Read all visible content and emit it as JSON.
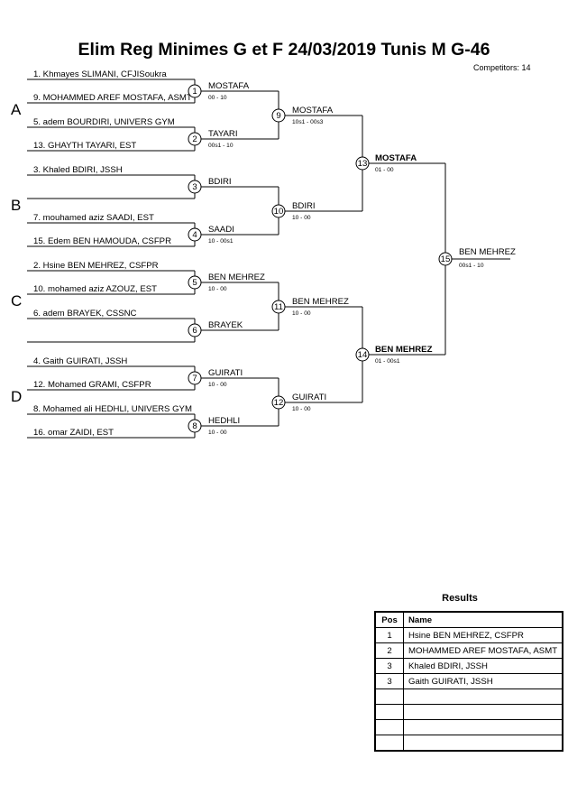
{
  "title": "Elim Reg Minimes G et F  24/03/2019  Tunis   M G-46",
  "competitors": "Competitors: 14",
  "groups": [
    "A",
    "B",
    "C",
    "D"
  ],
  "players": [
    "1. Khmayes SLIMANI, CFJISoukra",
    "9. MOHAMMED AREF MOSTAFA, ASMT",
    "5. adem BOURDIRI, UNIVERS GYM",
    "13. GHAYTH TAYARI, EST",
    "3. Khaled BDIRI, JSSH",
    "",
    "7. mouhamed aziz SAADI, EST",
    "15. Edem BEN HAMOUDA, CSFPR",
    "2. Hsine BEN MEHREZ, CSFPR",
    "10. mohamed aziz AZOUZ, EST",
    "6. adem BRAYEK, CSSNC",
    "",
    "4. Gaith GUIRATI, JSSH",
    "12. Mohamed GRAMI, CSFPR",
    "8. Mohamed ali HEDHLI, UNIVERS GYM",
    "16. omar ZAIDI, EST"
  ],
  "round1": [
    {
      "num": "1",
      "winner": "MOSTAFA",
      "score": "00 - 10"
    },
    {
      "num": "2",
      "winner": "TAYARI",
      "score": "00s1 - 10"
    },
    {
      "num": "3",
      "winner": "BDIRI",
      "score": ""
    },
    {
      "num": "4",
      "winner": "SAADI",
      "score": "10 - 00s1"
    },
    {
      "num": "5",
      "winner": "BEN MEHREZ",
      "score": "10 - 00"
    },
    {
      "num": "6",
      "winner": "BRAYEK",
      "score": ""
    },
    {
      "num": "7",
      "winner": "GUIRATI",
      "score": "10 - 00"
    },
    {
      "num": "8",
      "winner": "HEDHLI",
      "score": "10 - 00"
    }
  ],
  "round2": [
    {
      "num": "9",
      "winner": "MOSTAFA",
      "score": "10s1 - 00s3"
    },
    {
      "num": "10",
      "winner": "BDIRI",
      "score": "10 - 00"
    },
    {
      "num": "11",
      "winner": "BEN MEHREZ",
      "score": "10 - 00"
    },
    {
      "num": "12",
      "winner": "GUIRATI",
      "score": "10 - 00"
    }
  ],
  "round3": [
    {
      "num": "13",
      "winner": "MOSTAFA",
      "score": "01 - 00"
    },
    {
      "num": "14",
      "winner": "BEN MEHREZ",
      "score": "01 - 00s1"
    }
  ],
  "final": {
    "num": "15",
    "winner": "BEN MEHREZ",
    "score": "00s1 - 10"
  },
  "results": {
    "title": "Results",
    "col_pos": "Pos",
    "col_name": "Name",
    "rows": [
      {
        "pos": "1",
        "name": "Hsine BEN MEHREZ, CSFPR"
      },
      {
        "pos": "2",
        "name": "MOHAMMED AREF MOSTAFA, ASMT"
      },
      {
        "pos": "3",
        "name": "Khaled BDIRI, JSSH"
      },
      {
        "pos": "3",
        "name": "Gaith GUIRATI, JSSH"
      },
      {
        "pos": "",
        "name": ""
      },
      {
        "pos": "",
        "name": ""
      },
      {
        "pos": "",
        "name": ""
      },
      {
        "pos": "",
        "name": ""
      }
    ]
  }
}
